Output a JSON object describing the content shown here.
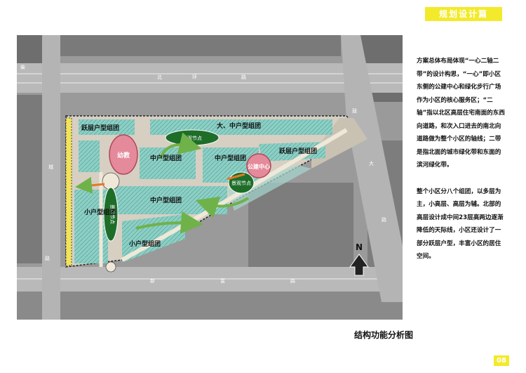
{
  "header": {
    "section_title": "规划设计篇"
  },
  "map": {
    "roads": {
      "north": [
        "北",
        "环",
        "路"
      ],
      "north_left": "柴",
      "west": "城",
      "south": [
        "新",
        "富",
        "路"
      ],
      "south_left": "路",
      "east_a": "鼓",
      "east_b": "大",
      "east_c": "路"
    },
    "zones": {
      "duplex_west": "跃层户型组团",
      "large_medium": "大、中户型组团",
      "medium_1": "中户型组团",
      "medium_2": "中户型组团",
      "duplex_east": "跃层户型组团",
      "medium_3": "中户型组团",
      "small_west": "小户型组团",
      "small_south": "小户型组团"
    },
    "nodes": {
      "kindergarten": "幼教",
      "public_center": "公建中心",
      "landscape_top": "景观节点",
      "landscape_east": "景观节点",
      "landscape_west": "景观节点"
    },
    "north_arrow": "N"
  },
  "caption": "结构功能分析图",
  "description": [
    "方案总体布局体现“一心二轴二带”的设计构思，“一心”即小区东侧的公建中心和绿化步行广场作为小区的核心服务区；“二轴”指以北区高层住宅南面的东西向道路，和次入口进去的南北向道路做为整个小区的轴线；二带是指北面的城市绿化带和东面的滨河绿化带。",
    "整个小区分八个组团，以多层为主，小高层、高层为辅。北部的高层设计成中间23层高两边逐渐降低的天际线，小区还设计了一部分跃层户型，丰富小区的居住空间。"
  ],
  "page_number": "08",
  "colors": {
    "accent": "#f2ea2a",
    "block": "#7fc8bf",
    "green_node": "#1e6e2a",
    "pink_node": "#e48a9a"
  }
}
